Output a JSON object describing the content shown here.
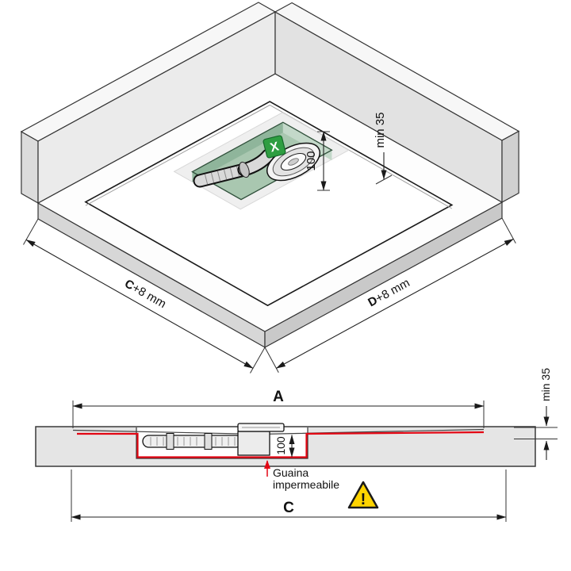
{
  "iso_view": {
    "dim_depth_100": "100",
    "dim_min_gap": "min 35",
    "dim_c_bold": "C",
    "dim_c_rest": "+8 mm",
    "dim_d_bold": "D",
    "dim_d_rest": "+8 mm",
    "drain_marker": "X"
  },
  "section_view": {
    "dim_a": "A",
    "dim_c": "C",
    "dim_depth_100": "100",
    "dim_min_thickness": "min 35",
    "membrane_line1": "Guaina",
    "membrane_line2": "impermeabile",
    "warning_mark": "!"
  },
  "colors": {
    "membrane_red": "#e30613",
    "pocket_green": "#a9c7b0",
    "pocket_green_dark": "#8fb59b",
    "pocket_green_light": "#c3d8c9",
    "marker_green": "#2e9e41",
    "warning_yellow": "#ffd400"
  }
}
